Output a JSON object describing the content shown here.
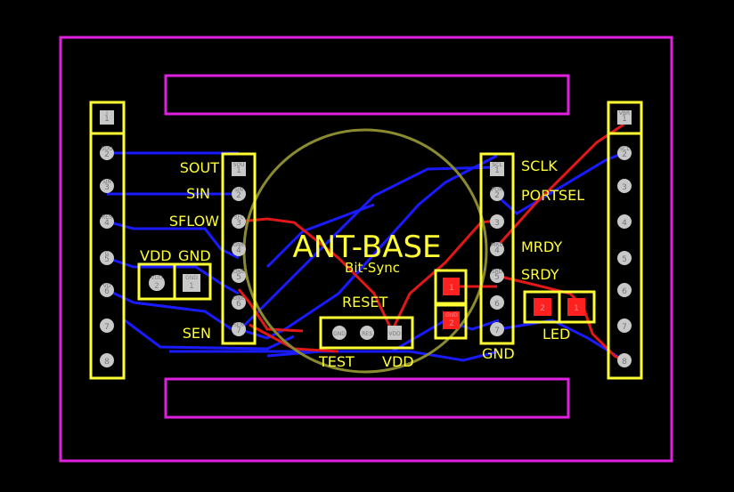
{
  "colors": {
    "background": "#000000",
    "outline": "#e020e0",
    "silkscreen": "#ffff33",
    "bottom_trace": "#1a1aff",
    "top_trace": "#e01818",
    "pad": "#c8c8c8",
    "smd_pad": "#ff2020",
    "circle": "#8a8a30"
  },
  "board": {
    "title": "ANT-BASE",
    "subtitle": "Bit-Sync"
  },
  "left_header": {
    "pins": [
      "1",
      "2",
      "3",
      "4",
      "5",
      "6",
      "7",
      "8"
    ],
    "pin_marks": [
      "I",
      "SOU",
      "SIN",
      "RES",
      "G",
      "VD",
      "",
      ""
    ]
  },
  "right_header": {
    "pins": [
      "1",
      "2",
      "3",
      "4",
      "5",
      "6",
      "7",
      "8"
    ],
    "pin_marks": [
      "VBR",
      "SCL",
      "",
      "",
      "",
      "",
      "",
      ""
    ]
  },
  "left_module": {
    "pins": [
      "1",
      "2",
      "3",
      "4",
      "5",
      "6",
      "7"
    ],
    "labels": [
      "SOUT",
      "SIN",
      "SFLOW",
      "",
      "",
      "",
      "SEN"
    ],
    "pin_marks": [
      "SOU",
      "SIN",
      "SFL",
      "GNE",
      "GNE",
      "GNE",
      "SEN"
    ]
  },
  "right_module": {
    "pins": [
      "1",
      "2",
      "3",
      "4",
      "5",
      "6",
      "7"
    ],
    "labels": [
      "SCLK",
      "PORTSEL",
      "",
      "MRDY",
      "SRDY",
      "",
      "GND"
    ],
    "pin_marks": [
      "SCL",
      "POR",
      "",
      "MRD",
      "SRD",
      "",
      ""
    ]
  },
  "vdd_gnd": {
    "vdd_label": "VDD",
    "gnd_label": "GND",
    "pin2": "2",
    "pin1": "1",
    "mark2": "VDD",
    "mark1": "GND"
  },
  "reset_header": {
    "title": "RESET",
    "left_label": "TEST",
    "right_label": "VDD",
    "marks": [
      "GND",
      "RES",
      "VDD"
    ]
  },
  "led": {
    "label": "LED",
    "pins": [
      "2",
      "1"
    ]
  },
  "cap": {
    "pins": [
      "1",
      "2"
    ],
    "mark": "GND"
  }
}
